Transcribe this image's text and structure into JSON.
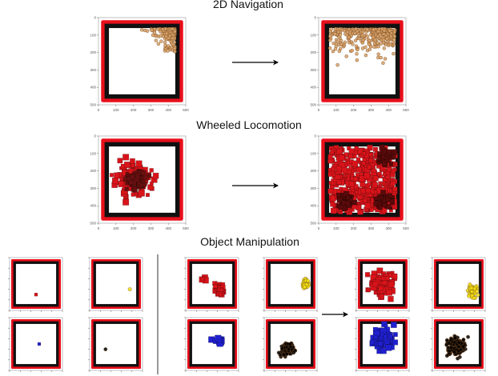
{
  "sections": [
    {
      "title": "2D Navigation"
    },
    {
      "title": "Wheeled Locomotion"
    },
    {
      "title": "Object Manipulation"
    }
  ],
  "axis_ticks": [
    "0",
    "100",
    "200",
    "300",
    "400",
    "500"
  ],
  "colors": {
    "frame_outer": "#e8101c",
    "frame_inner": "#111111",
    "navigation_particle": "#d9a36a",
    "locomotion_agent": "#d8141a",
    "manip_red": "#d8141a",
    "manip_yellow": "#f2e312",
    "manip_blue": "#2020d0",
    "manip_black": "#000000"
  }
}
